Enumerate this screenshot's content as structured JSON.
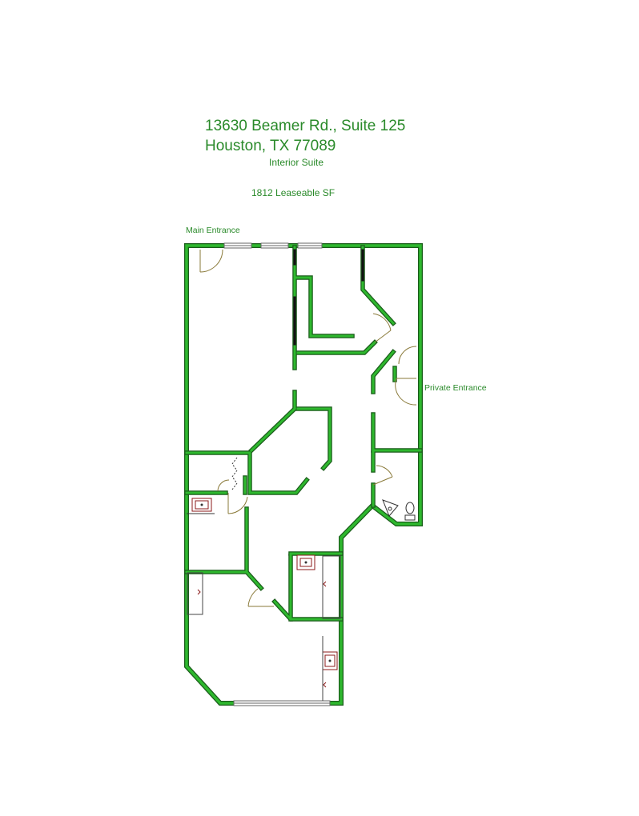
{
  "header": {
    "address_line1": "13630 Beamer Rd., Suite 125",
    "address_line2": "Houston, TX  77089",
    "suite_type": "Interior Suite",
    "area": "1812 Leaseable SF"
  },
  "labels": {
    "main_entrance": "Main Entrance",
    "private_entrance": "Private Entrance"
  },
  "colors": {
    "wall_fill": "#2eb82e",
    "wall_outline": "#1a5c1a",
    "text": "#2a8a2a",
    "door": "#8a7a3a",
    "fixture": "#8b1a1a"
  }
}
